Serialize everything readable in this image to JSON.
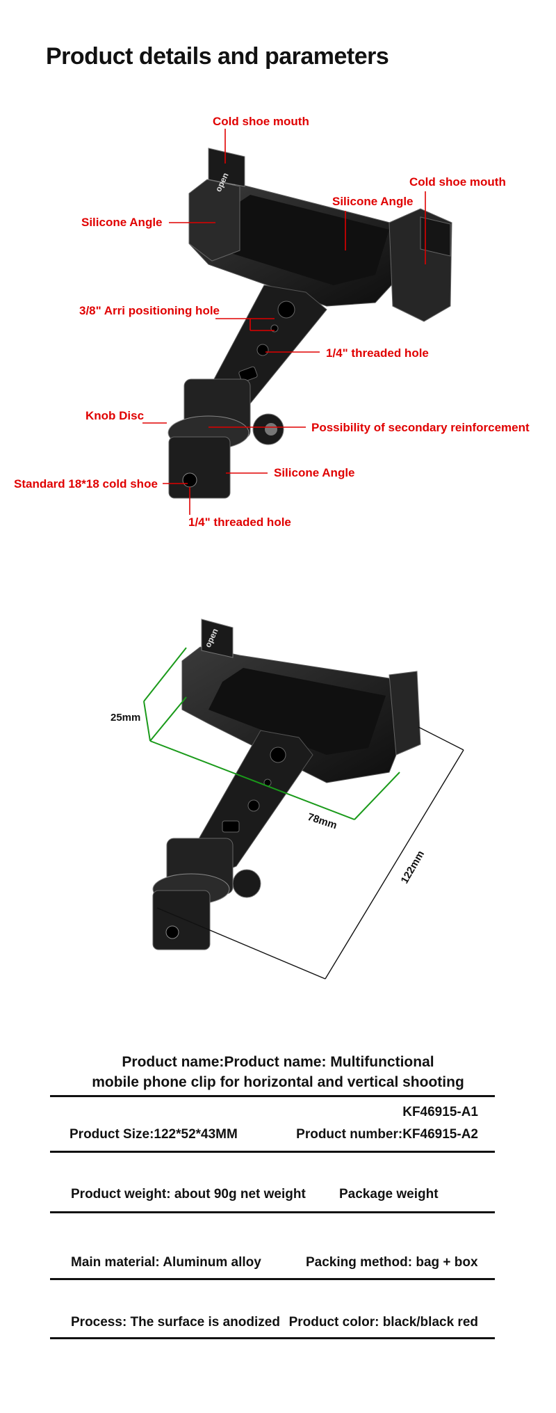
{
  "header": {
    "title": "Product details and parameters"
  },
  "callouts": {
    "cold_shoe_top": "Cold shoe mouth",
    "cold_shoe_right": "Cold shoe mouth",
    "silicone_top": "Silicone Angle",
    "silicone_left": "Silicone Angle",
    "arri_hole": "3/8\" Arri positioning hole",
    "threaded_mid": "1/4\" threaded hole",
    "knob_disc": "Knob Disc",
    "reinforcement": "Possibility of secondary reinforcement",
    "standard_shoe": "Standard 18*18 cold shoe",
    "silicone_bottom": "Silicone Angle",
    "threaded_bottom": "1/4\" threaded hole",
    "open_mark": "open"
  },
  "dimensions": {
    "height": "25mm",
    "width": "78mm",
    "length": "122mm",
    "open_mark": "open"
  },
  "specs": {
    "product_name_line1": "Product name:Product name: Multifunctional",
    "product_name_line2": "mobile phone clip for horizontal and vertical shooting",
    "size": "Product Size:122*52*43MM",
    "number_a1": "KF46915-A1",
    "number": "Product number:KF46915-A2",
    "weight": "Product weight: about 90g net weight",
    "package_weight": "Package weight",
    "material": "Main material: Aluminum alloy",
    "packing": "Packing method: bag + box",
    "process": "Process: The surface is anodized",
    "color": "Product color: black/black red"
  },
  "colors": {
    "callout": "#e00000",
    "dimension_line": "#1a9a1a",
    "product_body": "#1b1b1b"
  }
}
